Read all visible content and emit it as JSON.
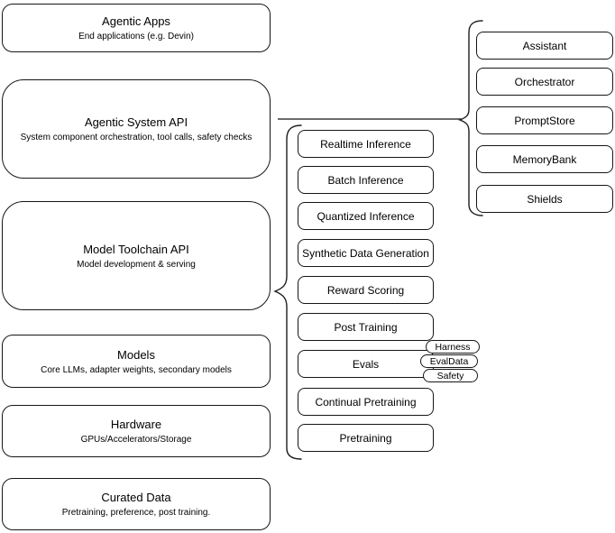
{
  "diagram": {
    "colors": {
      "stroke": "#000000",
      "background": "#ffffff"
    },
    "left_column": [
      {
        "title": "Agentic Apps",
        "subtitle": "End applications (e.g. Devin)"
      },
      {
        "title": "Agentic System API",
        "subtitle": "System component orchestration, tool calls, safety checks"
      },
      {
        "title": "Model Toolchain API",
        "subtitle": "Model development & serving"
      },
      {
        "title": "Models",
        "subtitle": "Core LLMs, adapter weights, secondary models"
      },
      {
        "title": "Hardware",
        "subtitle": "GPUs/Accelerators/Storage"
      },
      {
        "title": "Curated Data",
        "subtitle": "Pretraining, preference, post training."
      }
    ],
    "toolchain_components": [
      "Realtime Inference",
      "Batch Inference",
      "Quantized Inference",
      "Synthetic Data Generation",
      "Reward Scoring",
      "Post Training",
      "Evals",
      "Continual Pretraining",
      "Pretraining"
    ],
    "system_components": [
      "Assistant",
      "Orchestrator",
      "PromptStore",
      "MemoryBank",
      "Shields"
    ],
    "eval_tags": [
      "Harness",
      "EvalData",
      "Safety"
    ]
  }
}
